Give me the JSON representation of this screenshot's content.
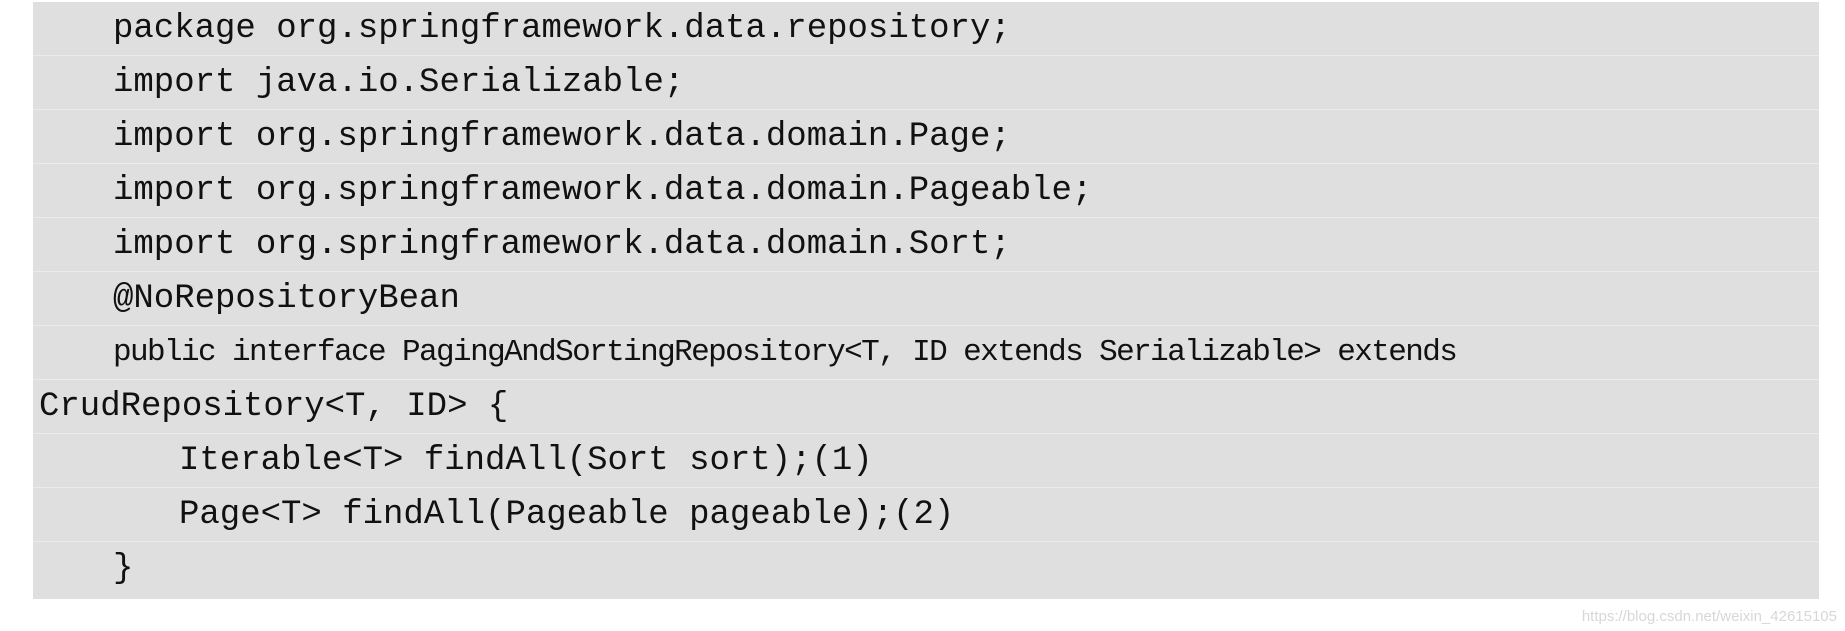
{
  "code": {
    "lines": [
      "package org.springframework.data.repository;",
      "import java.io.Serializable;",
      "import org.springframework.data.domain.Page;",
      "import org.springframework.data.domain.Pageable;",
      "import org.springframework.data.domain.Sort;",
      "@NoRepositoryBean",
      "public interface PagingAndSortingRepository<T, ID extends Serializable> extends",
      "CrudRepository<T, ID> {",
      "Iterable<T> findAll(Sort sort);(1)",
      "Page<T> findAll(Pageable pageable);(2)",
      "}"
    ]
  },
  "watermark": {
    "text": "https://blog.csdn.net/weixin_42615105"
  }
}
